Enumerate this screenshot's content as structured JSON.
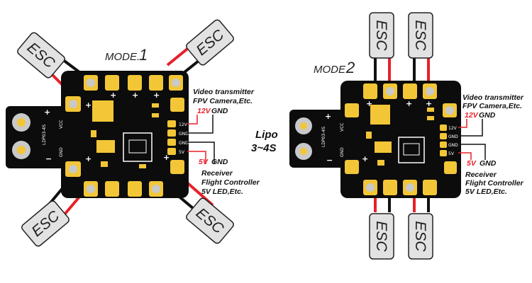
{
  "colors": {
    "board": "#0c0c0c",
    "gold": "#f2c636",
    "silver": "#c9c9c9",
    "red_wire": "#e8202a",
    "black_wire": "#111111",
    "esc_fill": "#e2e2e2"
  },
  "center": {
    "lipo": "Lipo",
    "cells": "3~4S"
  },
  "mode1": {
    "title_word": "MODE.",
    "title_num": "1",
    "esc_label": "ESC",
    "video_line1": "Video transmitter",
    "video_line2": "FPV Camera,Etc.",
    "v12": "12V",
    "gnd_top": "GND",
    "v5": "5V",
    "gnd_bottom": "GND",
    "recv_line1": "Receiver",
    "recv_line2": "Flight Controller",
    "recv_line3": "5V LED,Etc.",
    "silk_model": "LDP03-4S",
    "silk_vcc": "VCC",
    "silk_gnd": "GND",
    "pins": [
      "12V",
      "GND",
      "GND",
      "5V"
    ]
  },
  "mode2": {
    "title_word": "MODE.",
    "title_num": "2",
    "esc_label": "ESC",
    "video_line1": "Video transmitter",
    "video_line2": "FPV Camera,Etc.",
    "v12": "12V",
    "gnd_top": "GND",
    "v5": "5V",
    "gnd_bottom": "GND",
    "recv_line1": "Receiver",
    "recv_line2": "Flight Controller",
    "recv_line3": "5V LED,Etc.",
    "silk_model": "LDP03-4S",
    "silk_vcc": "VCC",
    "silk_gnd": "GND",
    "pins": [
      "12V",
      "GND",
      "GND",
      "5V"
    ]
  }
}
